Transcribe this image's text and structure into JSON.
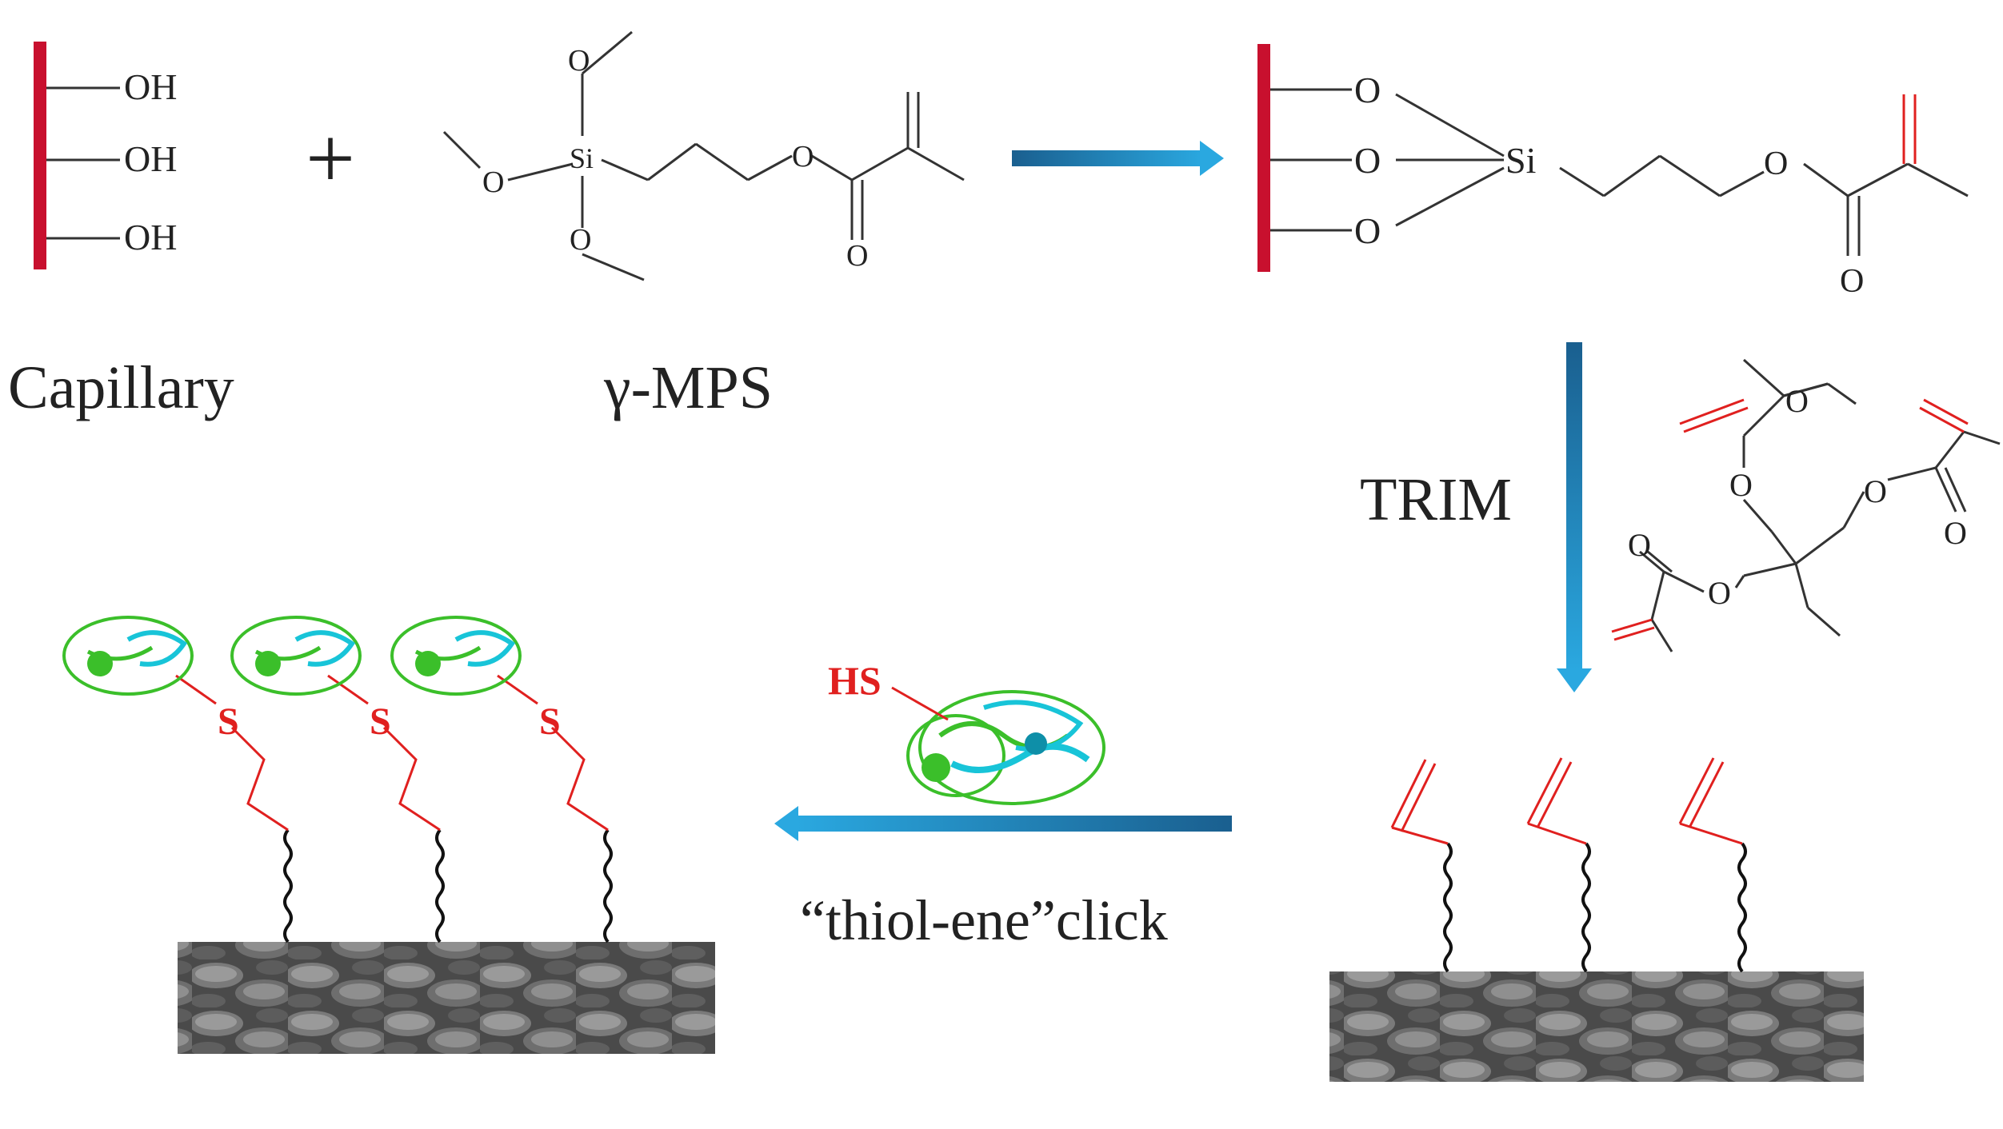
{
  "labels": {
    "capillary": "Capillary",
    "mps": "γ-MPS",
    "trim": "TRIM",
    "click": "“thiol-ene”click",
    "hs": "HS",
    "oh": "OH",
    "o": "O",
    "si": "Si",
    "s": "S",
    "plus": "+"
  },
  "colors": {
    "capillary_wall": "#c8102e",
    "arrow": "#1f7fb8",
    "vinyl": "#e0201f",
    "sulfur": "#e0201f",
    "protein_green": "#3bbf2a",
    "protein_cyan": "#18c4d8",
    "surface": "#3a3a3a",
    "bond": "#333333"
  }
}
